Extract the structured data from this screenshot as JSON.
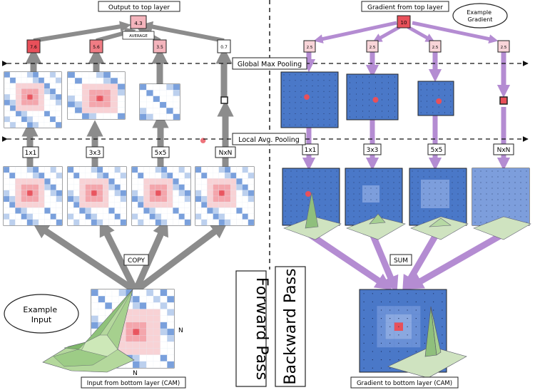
{
  "forward": {
    "top_label": "Output to top layer",
    "avg_value": "4.3",
    "average_label": "AVERAGE",
    "outputs": [
      "7.6",
      "5.6",
      "3.5",
      "0.7"
    ],
    "pool_labels": [
      "1x1",
      "3x3",
      "5x5",
      "NxN"
    ],
    "copy_label": "COPY",
    "example_label": "Example Input",
    "n_label": "N",
    "bottom_label": "Input from bottom layer (CAM)",
    "pass_label": "Forward Pass"
  },
  "backward": {
    "top_label": "Gradient from top layer",
    "grad_value": "10",
    "example_label": "Example Gradient",
    "grads": [
      "2.5",
      "2.5",
      "2.5",
      "2.5"
    ],
    "pool_labels": [
      "1x1",
      "3x3",
      "5x5",
      "NxN"
    ],
    "sum_label": "SUM",
    "bottom_label": "Gradient to bottom layer (CAM)",
    "pass_label": "Backward Pass"
  },
  "shared": {
    "global_pool_label": "Global Max Pooling",
    "local_pool_label": "Local Avg. Pooling"
  },
  "colors": {
    "gray_arrow": "#8c8c8c",
    "purple_arrow": "#b48cd2",
    "red_box": "#e8505a",
    "pink_box": "#f4b4bc",
    "grid_blue": "#4a78c8",
    "grid_cell": "#dce6f4"
  }
}
